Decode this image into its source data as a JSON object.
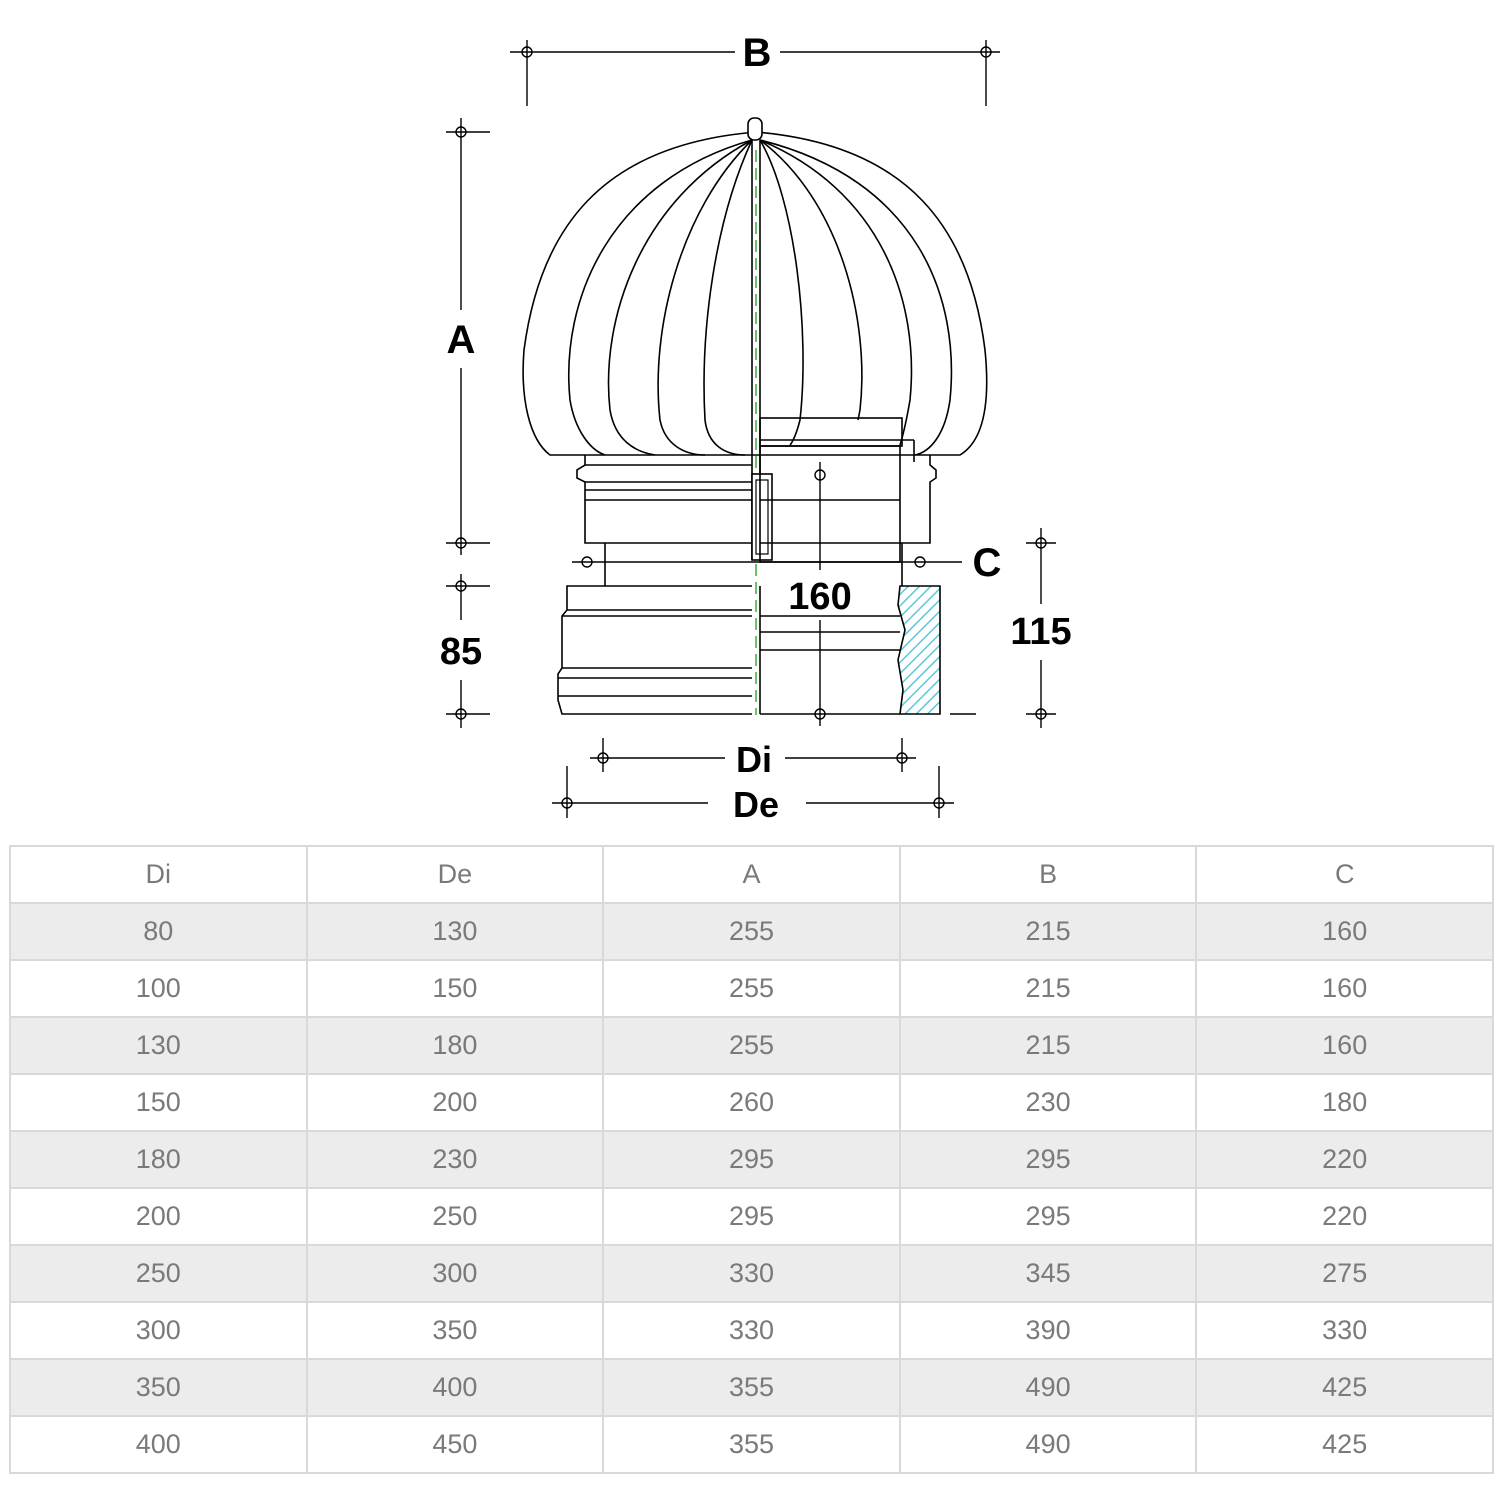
{
  "drawing": {
    "labels": {
      "A": "A",
      "B": "B",
      "C": "C",
      "Di": "Di",
      "De": "De",
      "height_85": "85",
      "height_115": "115",
      "width_160": "160"
    },
    "colors": {
      "line": "#000000",
      "section_hatch": "#5bc8d8",
      "axis": "#00a000"
    }
  },
  "table": {
    "headers": [
      "Di",
      "De",
      "A",
      "B",
      "C"
    ],
    "rows": [
      [
        "80",
        "130",
        "255",
        "215",
        "160"
      ],
      [
        "100",
        "150",
        "255",
        "215",
        "160"
      ],
      [
        "130",
        "180",
        "255",
        "215",
        "160"
      ],
      [
        "150",
        "200",
        "260",
        "230",
        "180"
      ],
      [
        "180",
        "230",
        "295",
        "295",
        "220"
      ],
      [
        "200",
        "250",
        "295",
        "295",
        "220"
      ],
      [
        "250",
        "300",
        "330",
        "345",
        "275"
      ],
      [
        "300",
        "350",
        "330",
        "390",
        "330"
      ],
      [
        "350",
        "400",
        "355",
        "490",
        "425"
      ],
      [
        "400",
        "450",
        "355",
        "490",
        "425"
      ]
    ]
  }
}
